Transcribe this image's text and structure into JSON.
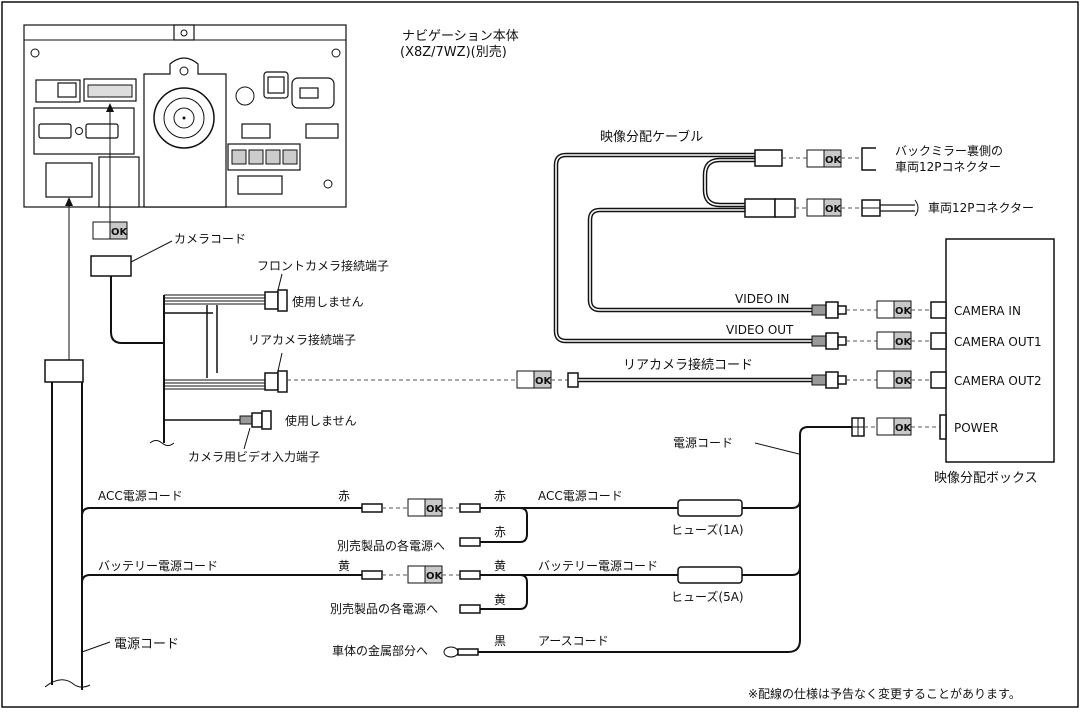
{
  "navigation_unit": {
    "title_line1": "ナビゲーション本体",
    "title_line2": "(X8Z/7WZ)(別売)"
  },
  "video_cable": {
    "label": "映像分配ケーブル",
    "mirror_connector_line1": "バックミラー裏側の",
    "mirror_connector_line2": "車両12Pコネクター",
    "vehicle_connector": "車両12Pコネクター",
    "video_in": "VIDEO IN",
    "video_out": "VIDEO OUT"
  },
  "distribution_box": {
    "label": "映像分配ボックス",
    "ports": [
      "CAMERA IN",
      "CAMERA OUT1",
      "CAMERA OUT2",
      "POWER"
    ]
  },
  "camera": {
    "camera_cord": "カメラコード",
    "front_terminal": "フロントカメラ接続端子",
    "not_used_1": "使用しません",
    "rear_terminal": "リアカメラ接続端子",
    "not_used_2": "使用しません",
    "video_input_terminal": "カメラ用ビデオ入力端子",
    "rear_camera_cord": "リアカメラ接続コード"
  },
  "power": {
    "power_cord_box": "電源コード",
    "power_cord_main": "電源コード",
    "acc_cord_left": "ACC電源コード",
    "acc_cord_right": "ACC電源コード",
    "battery_cord_left": "バッテリー電源コード",
    "battery_cord_right": "バッテリー電源コード",
    "red": "赤",
    "yellow": "黄",
    "black": "黒",
    "to_other_products": "別売製品の各電源へ",
    "fuse_1a": "ヒューズ(1A)",
    "fuse_5a": "ヒューズ(5A)",
    "to_body_metal": "車体の金属部分へ",
    "ground_cord": "アースコード"
  },
  "ok_label": "OK",
  "footnote": "※配線の仕様は予告なく変更することがあります。"
}
